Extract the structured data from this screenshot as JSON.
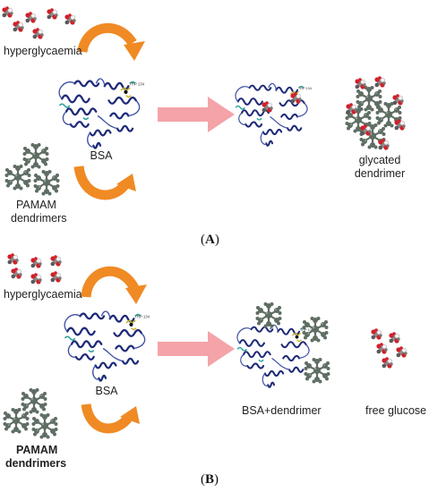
{
  "panel_a": {
    "hyperglycaemia": "hyperglycaemia",
    "protein": "BSA",
    "dendrimer_line1": "PAMAM",
    "dendrimer_line2": "dendrimers",
    "product_line1": "glycated",
    "product_line2": "dendrimer",
    "caption_open": "(",
    "caption_letter": "A",
    "caption_close": ")"
  },
  "panel_b": {
    "hyperglycaemia": "hyperglycaemia",
    "protein": "BSA",
    "dendrimer_line1": "PAMAM",
    "dendrimer_line2": "dendrimers",
    "product": "BSA+dendrimer",
    "released": "free glucose",
    "caption_open": "(",
    "caption_letter": "B",
    "caption_close": ")"
  },
  "colors": {
    "curved_arrow": "#f08a24",
    "reaction_arrow": "#f4a3a8",
    "protein_helix": "#1e2a78",
    "dendrimer": "#5f6e63",
    "glucose_red": "#d0202a",
    "glucose_grey": "#8a8a8a"
  }
}
